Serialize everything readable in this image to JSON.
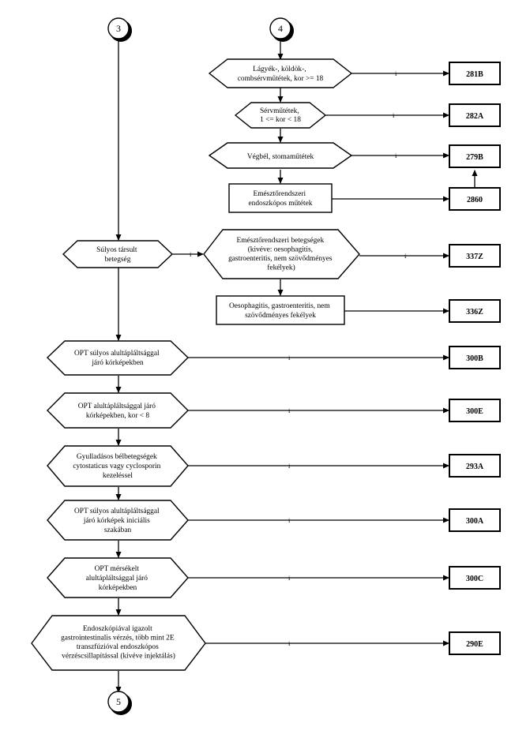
{
  "connectors": {
    "c3": "3",
    "c4": "4",
    "c5": "5"
  },
  "nodes": {
    "n_lagyek": [
      "Lágyék-, köldök-,",
      "combsérvműtétek, kor >= 18"
    ],
    "n_serv": [
      "Sérvműtétek,",
      "1 <= kor < 18"
    ],
    "n_vegbel": [
      "Végbél, stomaműtétek"
    ],
    "n_emeszto_endo": [
      "Emésztőrendszeri",
      "endoszkópos műtétek"
    ],
    "n_sulyos": [
      "Súlyos társult",
      "betegség"
    ],
    "n_emeszto_beteg": [
      "Emésztőrendszeri betegségek",
      "(kivéve: oesophagitis,",
      "gastroenteritis, nem szövődményes",
      "fekélyek)"
    ],
    "n_oeso": [
      "Oesophagitis, gastroenteritis, nem",
      "szövődményes fekélyek"
    ],
    "n_opt_sulyos": [
      "OPT súlyos alultápláltsággal",
      "járó kórképekben"
    ],
    "n_opt_kor8": [
      "OPT alultápláltsággal járó",
      "kórképekben, kor < 8"
    ],
    "n_gyull": [
      "Gyulladásos bélbetegségek",
      "cytostaticus vagy cyclosporin",
      "kezeléssel"
    ],
    "n_opt_inic": [
      "OPT súlyos alultápláltsággal",
      "járó kórképek iniciális",
      "szakában"
    ],
    "n_opt_merse": [
      "OPT mérsékelt",
      "alultápláltsággal járó",
      "kórképekben"
    ],
    "n_endo_verz": [
      "Endoszkópiával igazolt",
      "gastrointestinalis vérzés, több mint 2E",
      "transzfúzióval endoszkópos",
      "vérzéscsillapítással (kivéve injektálás)"
    ]
  },
  "codes": {
    "b281B": "281B",
    "b282A": "282A",
    "b279B": "279B",
    "b2860": "2860",
    "b337Z": "337Z",
    "b336Z": "336Z",
    "b300B": "300B",
    "b300E": "300E",
    "b293A": "293A",
    "b300A": "300A",
    "b300C": "300C",
    "b290E": "290E"
  },
  "edge_label": "i"
}
